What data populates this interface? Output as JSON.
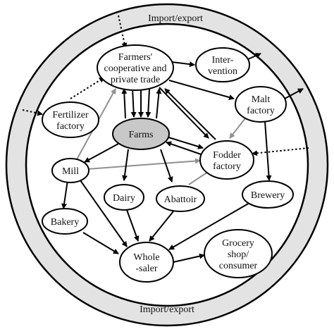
{
  "diagram": {
    "ring_top_label": "Import/export",
    "ring_bottom_label": "Import/export",
    "nodes": {
      "coop": [
        "Farmers'",
        "cooperative and",
        "private trade"
      ],
      "intervention": [
        "Inter-",
        "vention"
      ],
      "malt": [
        "Malt",
        "factory"
      ],
      "fertilizer": [
        "Fertilizer",
        "factory"
      ],
      "farms": [
        "Farms"
      ],
      "fodder": [
        "Fodder",
        "factory"
      ],
      "mill": [
        "Mill"
      ],
      "dairy": [
        "Dairy"
      ],
      "abattoir": [
        "Abattoir"
      ],
      "brewery": [
        "Brewery"
      ],
      "bakery": [
        "Bakery"
      ],
      "wholesaler": [
        "Whole",
        "-saler"
      ],
      "grocery": [
        "Grocery",
        "shop/",
        "consumer"
      ]
    },
    "colors": {
      "ring_fill": "#e3e3e3",
      "farms_fill": "#c8c8c8",
      "edge_black": "#000000",
      "edge_gray": "#909090"
    }
  }
}
